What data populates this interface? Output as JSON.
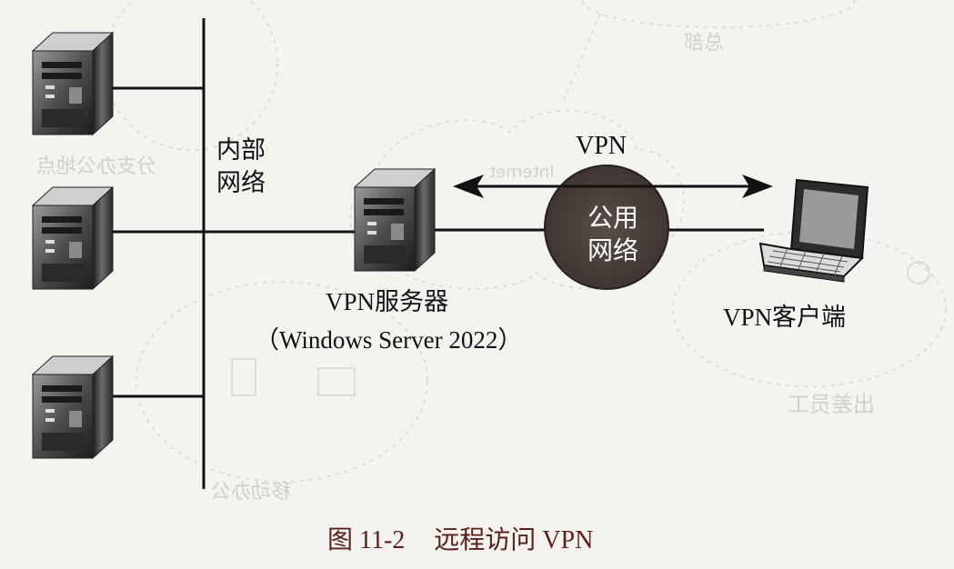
{
  "labels": {
    "internal_network": [
      "内部",
      "网络"
    ],
    "vpn": "VPN",
    "public_network": [
      "公用",
      "网络"
    ],
    "vpn_server": "VPN服务器",
    "server_os": "（Windows Server 2022）",
    "vpn_client": "VPN客户端"
  },
  "caption": {
    "figure_number": "图 11-2",
    "title": "远程访问 VPN"
  },
  "background_text": {
    "headquarters": "总部",
    "internet": "Internet",
    "branch_office": "分支办公地点",
    "mobile_office": "移动办公",
    "traveling_staff": "出差员工"
  },
  "colors": {
    "background": "#f4f3ef",
    "line": "#111111",
    "public_network_fill": "#4a3f3c",
    "caption": "#5a1f1a"
  },
  "icons": {
    "internal_servers": [
      "server-tower-icon",
      "server-tower-icon",
      "server-tower-icon"
    ],
    "vpn_server": "server-tower-icon",
    "vpn_client": "laptop-icon"
  }
}
